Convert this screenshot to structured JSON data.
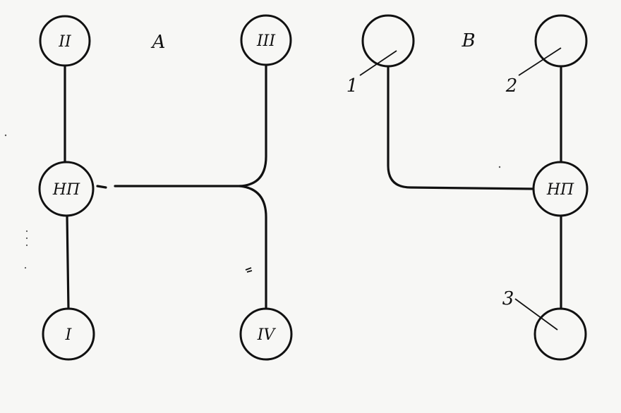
{
  "diagram_a": {
    "section_label": "A",
    "nodes": {
      "top_left": "II",
      "top_right": "III",
      "center": "НП",
      "bottom_left": "I",
      "bottom_right": "IV"
    }
  },
  "diagram_b": {
    "section_label": "B",
    "nodes": {
      "top_left": "",
      "top_right": "",
      "center": "НП",
      "bottom": ""
    },
    "callouts": {
      "one": "1",
      "two": "2",
      "three": "3"
    }
  }
}
